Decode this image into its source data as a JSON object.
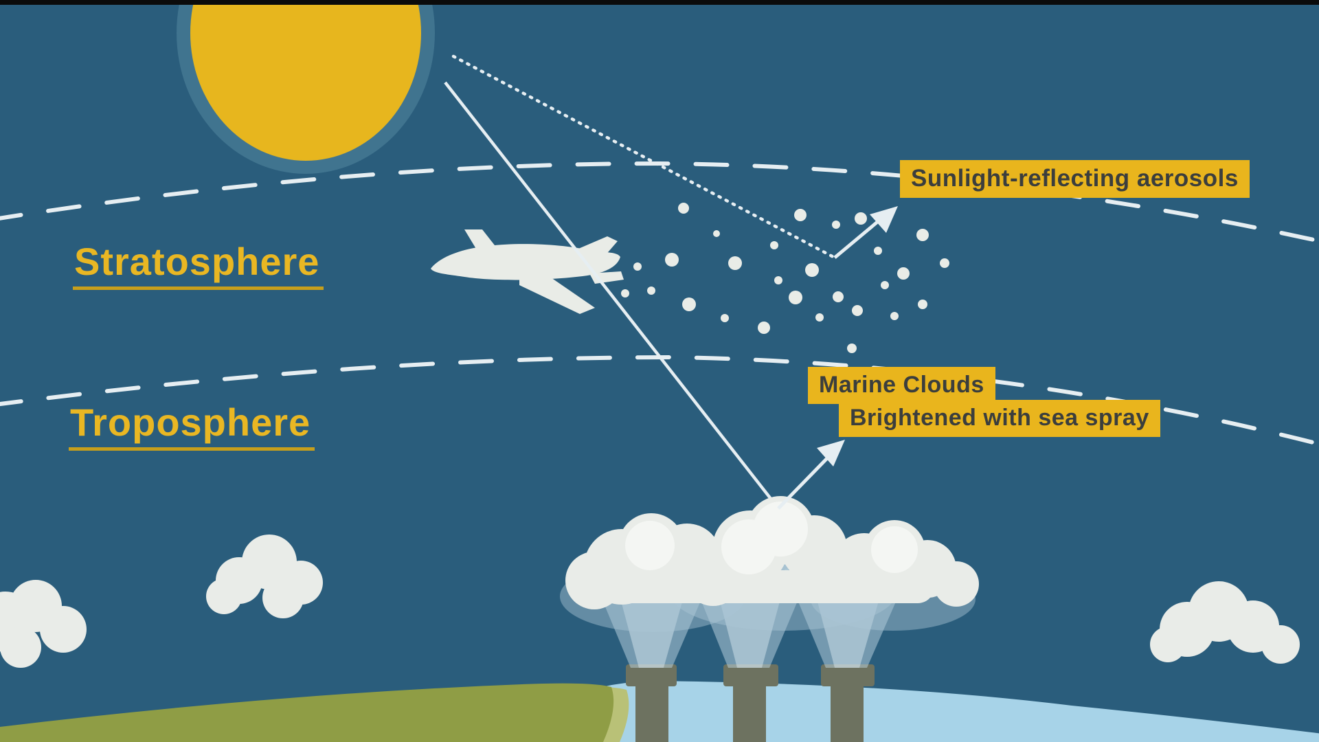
{
  "labels": {
    "stratosphere": "Stratosphere",
    "troposphere": "Troposphere",
    "aerosols_callout": "Sunlight-reflecting aerosols",
    "marine_callout_line1": "Marine Clouds",
    "marine_callout_line2": "Brightened with sea spray"
  },
  "palette": {
    "sky": "#2a5d7c",
    "sun": "#e7b61e",
    "sun_halo": "#40748f",
    "label_gold": "#e9b51d",
    "label_text": "#3b3e3d",
    "layer_label_text": "#e9b723",
    "layer_label_underline": "#c79f1b",
    "white_shapes": "#e9ece7",
    "ray_white": "#e6eef2",
    "hill_green": "#8f9d45",
    "hill_rim": "#b9c177",
    "water_blue": "#a7d3e8",
    "stack_gray": "#6d7260",
    "cloud_white": "#e9ece8",
    "cloud_bright": "#f4f6f3",
    "top_bar": "#0b0b0b"
  },
  "aerosol_dots": [
    [
      995,
      303,
      8
    ],
    [
      1043,
      340,
      5
    ],
    [
      1165,
      313,
      9
    ],
    [
      1217,
      327,
      6
    ],
    [
      1253,
      318,
      9
    ],
    [
      1343,
      342,
      9
    ],
    [
      1127,
      357,
      6
    ],
    [
      978,
      378,
      10
    ],
    [
      928,
      388,
      6
    ],
    [
      1070,
      383,
      10
    ],
    [
      1182,
      393,
      10
    ],
    [
      1278,
      365,
      6
    ],
    [
      1375,
      383,
      7
    ],
    [
      1315,
      398,
      9
    ],
    [
      1288,
      415,
      6
    ],
    [
      910,
      427,
      6
    ],
    [
      948,
      423,
      6
    ],
    [
      1003,
      443,
      10
    ],
    [
      1133,
      408,
      6
    ],
    [
      1158,
      433,
      10
    ],
    [
      1220,
      432,
      8
    ],
    [
      1248,
      452,
      8
    ],
    [
      1193,
      462,
      6
    ],
    [
      1302,
      460,
      6
    ],
    [
      1343,
      443,
      7
    ],
    [
      1055,
      463,
      6
    ],
    [
      1112,
      477,
      9
    ],
    [
      1240,
      507,
      7
    ]
  ]
}
